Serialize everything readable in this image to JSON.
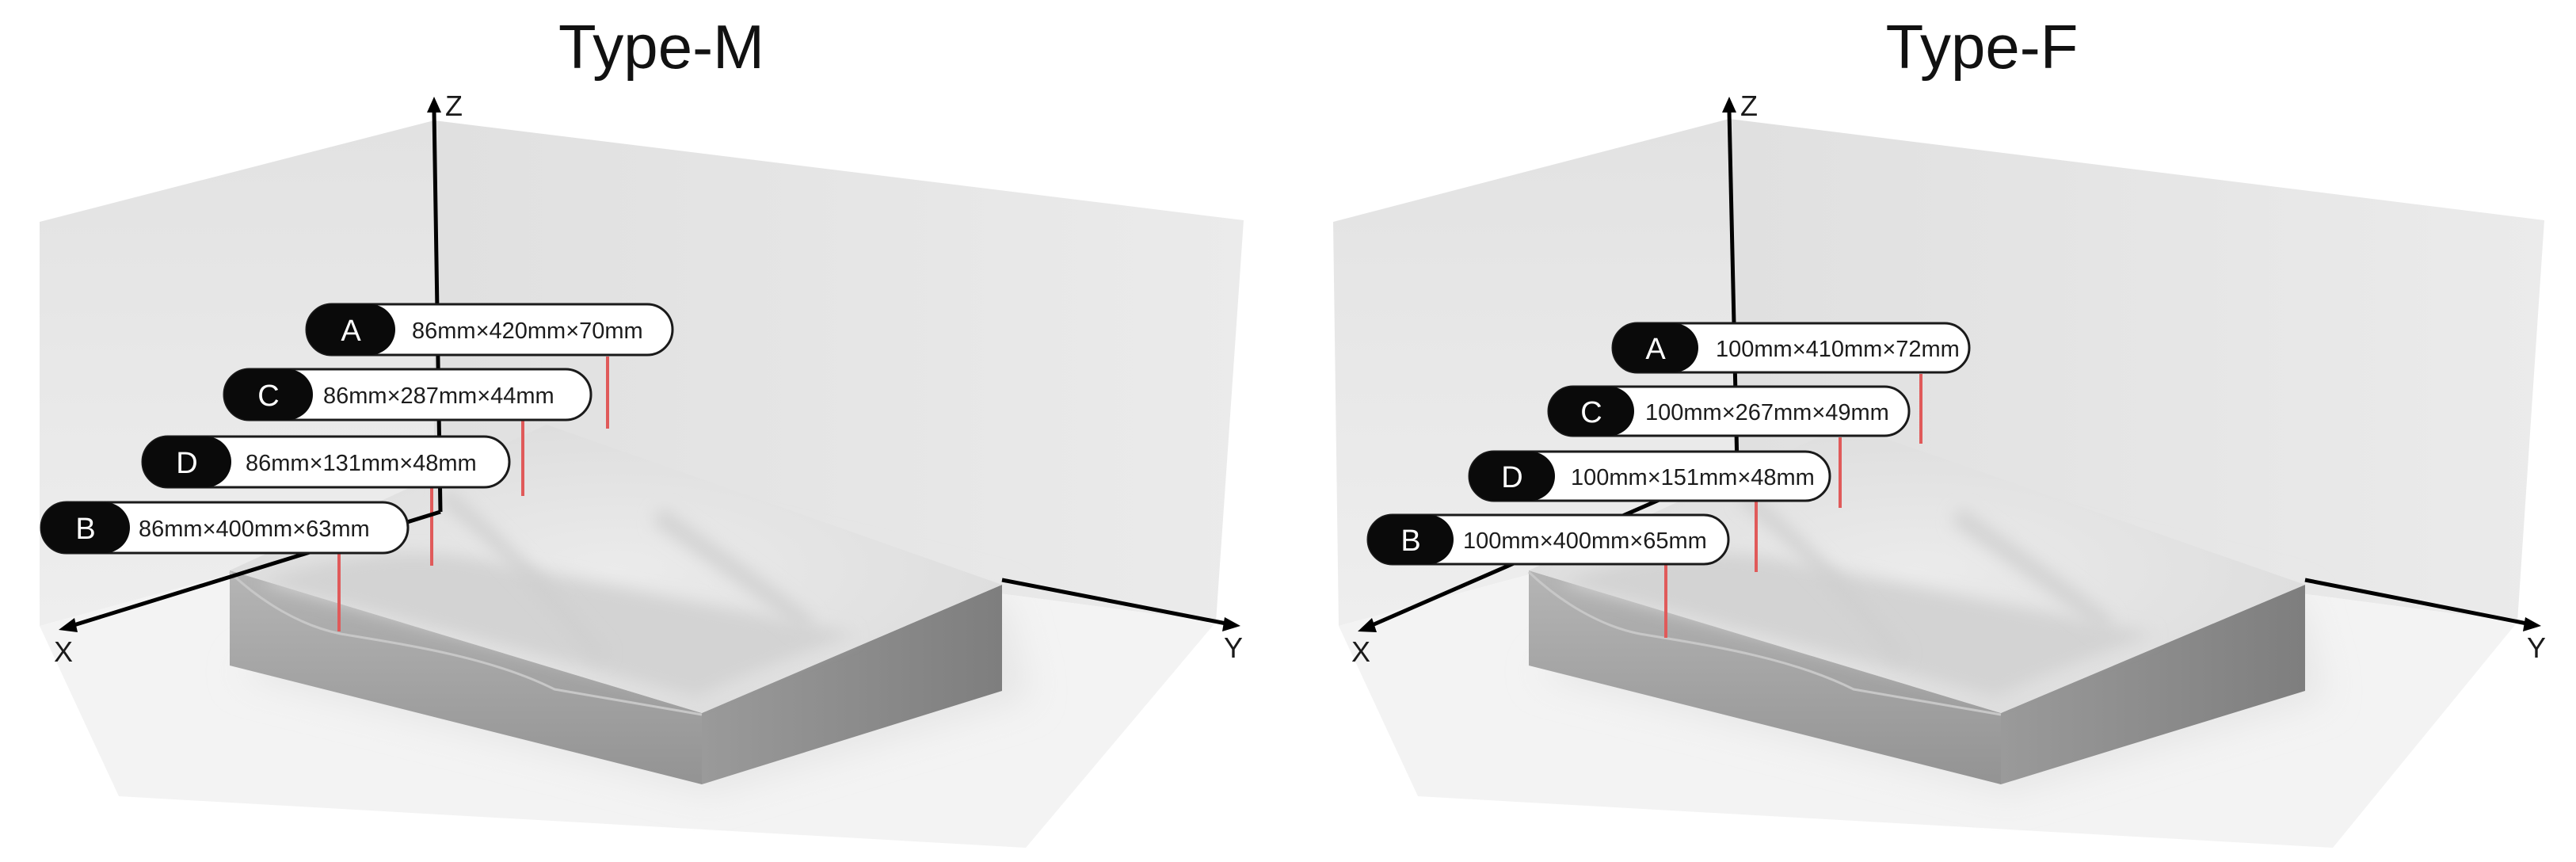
{
  "panels": [
    {
      "title": "Type-M",
      "axes": {
        "x": "X",
        "y": "Y",
        "z": "Z"
      },
      "labels": [
        {
          "letter": "A",
          "dims": "86mm×420mm×70mm"
        },
        {
          "letter": "C",
          "dims": "86mm×287mm×44mm"
        },
        {
          "letter": "D",
          "dims": "86mm×131mm×48mm"
        },
        {
          "letter": "B",
          "dims": "86mm×400mm×63mm"
        }
      ]
    },
    {
      "title": "Type-F",
      "axes": {
        "x": "X",
        "y": "Y",
        "z": "Z"
      },
      "labels": [
        {
          "letter": "A",
          "dims": "100mm×410mm×72mm"
        },
        {
          "letter": "C",
          "dims": "100mm×267mm×49mm"
        },
        {
          "letter": "D",
          "dims": "100mm×151mm×48mm"
        },
        {
          "letter": "B",
          "dims": "100mm×400mm×65mm"
        }
      ]
    }
  ],
  "colors": {
    "wall": "#e8e8e8",
    "floor": "#f2f2f2",
    "tray_top": "#e4e4e4",
    "tray_front": "#a3a3a3",
    "tray_right": "#8c8c8c",
    "marker": "#e05a5a",
    "pill": "#0a0a0a",
    "axis": "#000000"
  }
}
